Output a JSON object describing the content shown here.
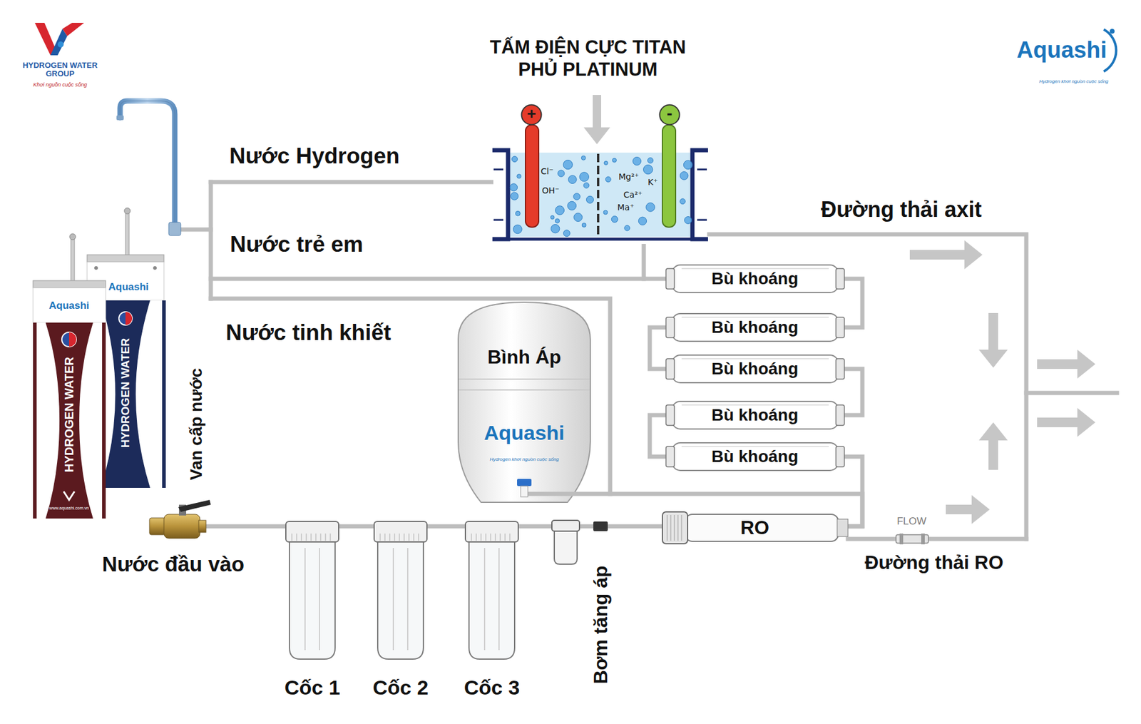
{
  "diagram": {
    "title": "TẤM ĐIỆN CỰC TITAN PHỦ PLATINUM",
    "nodes": [
      {
        "text": [
          "Cl⁻",
          "OH⁻",
          "Mg²⁺",
          "K⁺",
          "Ca²⁺",
          "Ma⁺"
        ]
      },
      {
        "text": [
          "+"
        ]
      },
      {
        "text": [
          "-"
        ]
      },
      {
        "text": [
          "Bù khoáng"
        ]
      },
      {
        "text": [
          "Bù khoáng"
        ]
      },
      {
        "text": [
          "Bù khoáng"
        ]
      },
      {
        "text": [
          "Bù khoáng"
        ]
      },
      {
        "text": [
          "Bù khoáng"
        ]
      },
      {
        "text": [
          "Bình Áp",
          "Aquashi",
          "Hydrogen khơi nguồn cuộc sống"
        ]
      },
      {
        "text": [
          "Van cấp nước"
        ]
      },
      {
        "text": [
          "Cốc 1"
        ]
      },
      {
        "text": [
          "Cốc 2"
        ]
      },
      {
        "text": [
          "Cốc 3"
        ]
      },
      {
        "text": [
          "Bơm tăng áp"
        ]
      },
      {
        "text": [
          "RO"
        ]
      }
    ],
    "edges": [
      {
        "from": 9,
        "to": 10,
        "arrow": "none"
      },
      {
        "from": 10,
        "to": 11,
        "arrow": "none"
      },
      {
        "from": 11,
        "to": 12,
        "arrow": "none"
      },
      {
        "from": 12,
        "to": 13,
        "arrow": "none"
      },
      {
        "from": 13,
        "to": 14,
        "arrow": "none"
      },
      {
        "from": 14,
        "to": 7,
        "arrow": "none"
      },
      {
        "from": 14,
        "to": 8,
        "arrow": "none"
      },
      {
        "from": 7,
        "to": 6,
        "arrow": "none"
      },
      {
        "from": 6,
        "to": 5,
        "arrow": "none"
      },
      {
        "from": 5,
        "to": 4,
        "arrow": "none"
      },
      {
        "from": 4,
        "to": 3,
        "arrow": "none"
      },
      {
        "from": 3,
        "to": 0,
        "arrow": "none"
      }
    ],
    "labels": [
      "Nước Hydrogen",
      "Nước trẻ em",
      "Nước tinh khiết",
      "Đường thải axit",
      "FLOW",
      "Đường thải RO",
      "Nước đầu vào",
      "HYDROGEN WATER GROUP",
      "Khơi nguồn cuộc sống",
      "Aquashi",
      "Hydrogen khơi nguồn cuộc sống",
      "Aquashi",
      "HYDROGEN WATER",
      "Aquashi",
      "HYDROGEN WATER",
      "www.aquashi.com.vn"
    ]
  }
}
